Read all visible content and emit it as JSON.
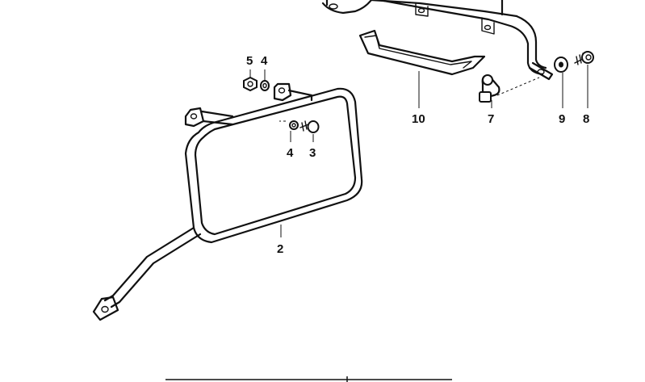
{
  "callouts": {
    "c2": "2",
    "c3": "3",
    "c4a": "4",
    "c4b": "4",
    "c5": "5",
    "c7": "7",
    "c8": "8",
    "c9": "9",
    "c10": "10"
  }
}
